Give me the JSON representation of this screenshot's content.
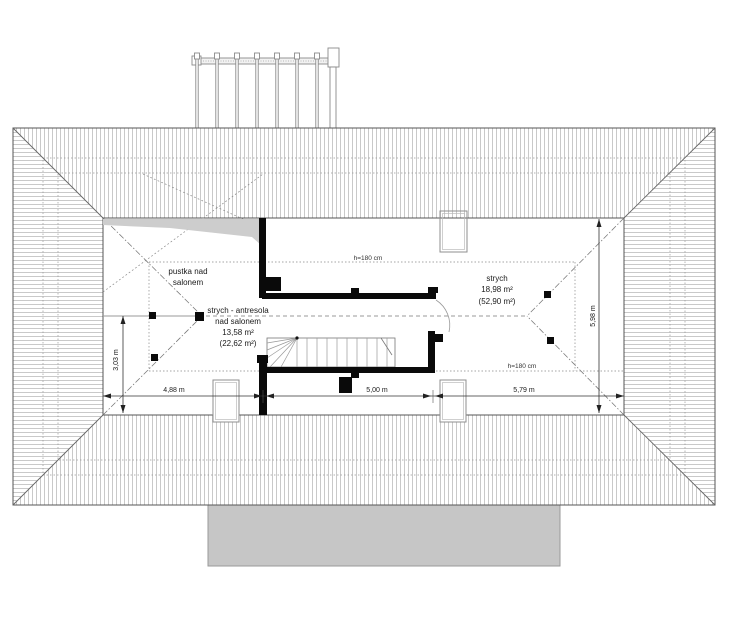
{
  "rooms": {
    "pustka": {
      "line1": "pustka nad",
      "line2": "salonem"
    },
    "antresola": {
      "line1": "strych - antresola",
      "line2": "nad salonem",
      "area": "13,58 m²",
      "area_total": "(22,62 m²)"
    },
    "strych": {
      "name": "strych",
      "area": "18,98 m²",
      "area_total": "(52,90 m²)"
    }
  },
  "height_limits": {
    "top": "h=180 cm",
    "bottom": "h=180 cm"
  },
  "dimensions": {
    "bottom_left": "4,88 m",
    "bottom_mid": "5,00 m",
    "bottom_right": "5,79 m",
    "left": "3,03 m",
    "right": "5,98 m"
  },
  "colors": {
    "wall": "#0a0a0a",
    "hatch_line": "#c3c3c3",
    "terrace_fill": "#c6c6c6",
    "wedge_fill": "#cdcdcd",
    "outline": "#555555"
  }
}
